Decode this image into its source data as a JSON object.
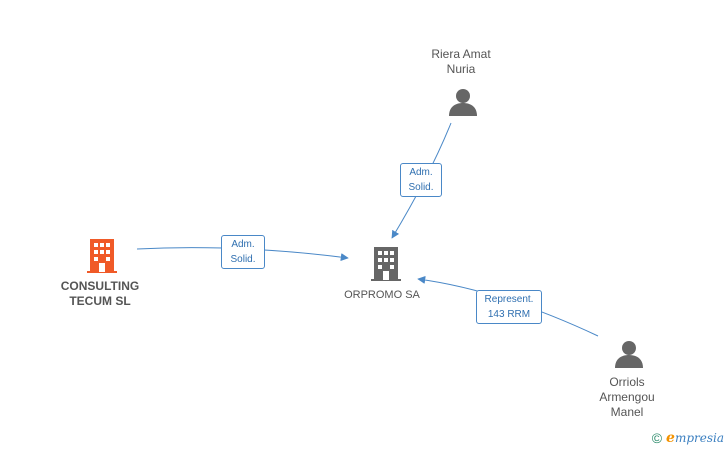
{
  "nodes": {
    "riera": {
      "lines": [
        "Riera Amat",
        "Nuria"
      ]
    },
    "consulting": {
      "lines": [
        "CONSULTING",
        "TECUM SL"
      ]
    },
    "orpromo": {
      "lines": [
        "ORPROMO SA"
      ]
    },
    "orriols": {
      "lines": [
        "Orriols",
        "Armengou",
        "Manel"
      ]
    }
  },
  "edges": {
    "riera_orpromo": {
      "lines": [
        "Adm.",
        "Solid."
      ]
    },
    "consulting_orpromo": {
      "lines": [
        "Adm.",
        "Solid."
      ]
    },
    "orriols_orpromo": {
      "lines": [
        "Represent.",
        "143 RRM"
      ]
    }
  },
  "footer": {
    "copyright": "©",
    "brand_first": "e",
    "brand_rest": "mpresia"
  },
  "colors": {
    "edge": "#4a88c7",
    "person_icon": "#666666",
    "company_main": "#f05a28",
    "company_target": "#666666"
  }
}
